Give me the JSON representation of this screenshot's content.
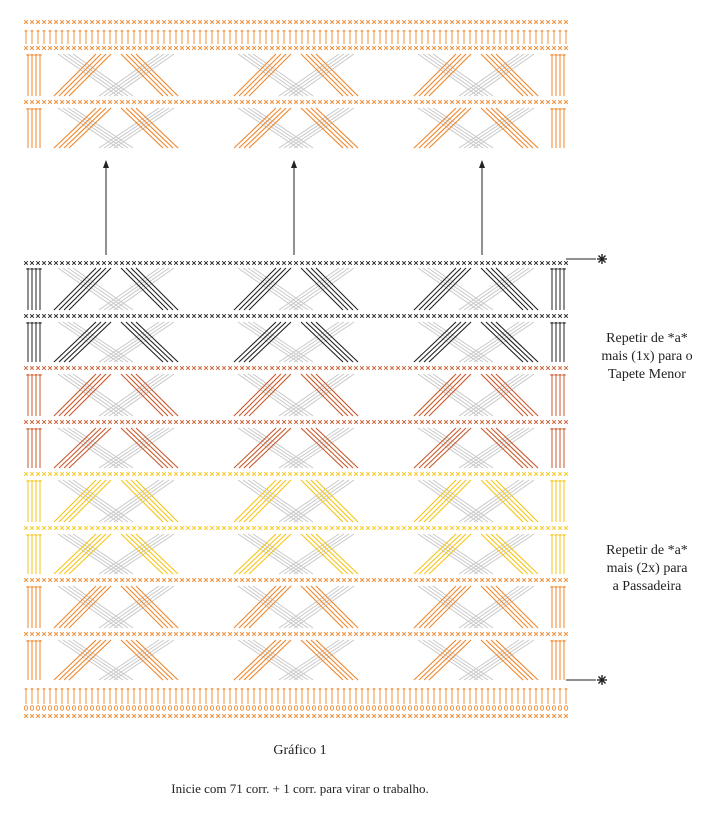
{
  "diagram": {
    "title": "Gráfico 1",
    "instruction": "Inicie com 71 corr. + 1 corr. para virar o trabalho.",
    "notes": [
      {
        "lines": [
          "Repetir de *a*",
          "mais (1x) para o",
          "Tapete Menor"
        ]
      },
      {
        "lines": [
          "Repetir de *a*",
          "mais (2x) para",
          "a Passadeira"
        ]
      }
    ],
    "colors": {
      "orange": "#f0862a",
      "rust": "#c9592c",
      "yellow": "#f5c518",
      "black": "#222222",
      "gray": "#c8c8c8",
      "arrow": "#222222"
    },
    "stitch_icons": [
      "chain-stitch-icon",
      "single-crochet-x-icon",
      "double-crochet-icon",
      "marker-star-icon",
      "arrow-up-icon"
    ],
    "pattern": {
      "repeat_count": 3,
      "stitches_per_row": 71
    }
  }
}
